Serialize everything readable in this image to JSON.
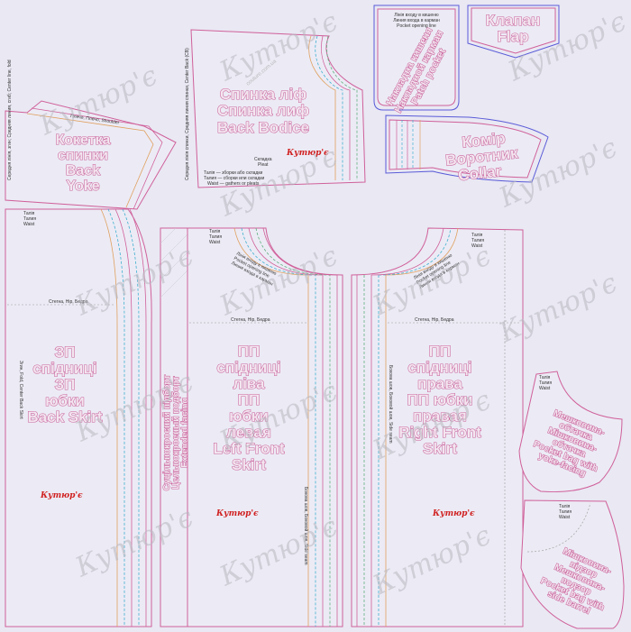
{
  "pieces": {
    "back_bodice": {
      "lines": [
        "Спинка ліф",
        "Спинка лиф",
        "Back Bodice"
      ],
      "pleat": [
        "Складка",
        "Pleat"
      ],
      "waist_note": [
        "Талія — зборки або складки",
        "Талия — сборки или складки",
        "Waist — gathers or pleats"
      ],
      "center": "Середня лінія спинки, Средняя линия спинки, Center Back (CB)"
    },
    "patch_pocket": {
      "lines": [
        "Накладна кишеня",
        "Накладной карман",
        "Patch pocket"
      ],
      "note": [
        "Лінія входу в кишеню",
        "Линия входа в карман",
        "Pocket opening line"
      ]
    },
    "flap": {
      "lines": [
        "Клапан",
        "Flap"
      ]
    },
    "collar": {
      "lines": [
        "Комір",
        "Воротник",
        "Collar"
      ]
    },
    "back_yoke": {
      "lines": [
        "Кокетка",
        "спинки",
        "Back",
        "Yoke"
      ],
      "shoulder": "Плече, Плечо, Shoulder",
      "fold": "Середня лінія, згин; Средняя линия, сгиб; Center line, fold"
    },
    "back_skirt": {
      "lines": [
        "ЗП",
        "спідниці",
        "ЗП",
        "юбки",
        "Back Skirt"
      ],
      "waist": [
        "Талія",
        "Талия",
        "Waist"
      ],
      "hip": "Стегна, Hip, Бедра",
      "fold": "Згин, Fold, Center Back Skirt"
    },
    "extended_facing": {
      "lines": [
        "Суцільнокроєний підборт",
        "Цельнокроеный подборт",
        "Extended facing"
      ]
    },
    "left_front_skirt": {
      "lines": [
        "ПП",
        "спідниці",
        "ліва",
        "ПП",
        "юбки",
        "левая",
        "Left Front",
        "Skirt"
      ],
      "waist": [
        "Талія",
        "Талия",
        "Waist"
      ],
      "hip": "Стегна, Hip, Бедра",
      "side": "Бокова шов, Боковой шов, Side seam",
      "pocket": [
        "Лінія входу в кишеню",
        "Pocket opening line",
        "Линия входа в карман"
      ]
    },
    "right_front_skirt": {
      "lines": [
        "ПП",
        "спідниці",
        "права",
        "ПП юбки",
        "правая",
        "Right Front",
        "Skirt"
      ],
      "waist": [
        "Талія",
        "Талия",
        "Waist"
      ],
      "hip": "Стегна, Hip, Бедра",
      "side": "Бокова шов, Боковой шов, Side seam",
      "pocket": [
        "Лінія входу в кишеню",
        "Pocket opening line",
        "Линия входа в карман"
      ]
    },
    "pocket_bag_facing": {
      "lines": [
        "Мешковина-",
        "обтачка",
        "Мішковина-",
        "обтачка",
        "Pocket bag with",
        "yoke-facing"
      ],
      "waist": [
        "Талія",
        "Талия",
        "Waist"
      ]
    },
    "pocket_bag_barrel": {
      "lines": [
        "Мішковина-",
        "підзор",
        "Мешковина-",
        "подзор",
        "Pocket bag with",
        "side barrel"
      ],
      "waist": [
        "Талія",
        "Талия",
        "Waist"
      ]
    }
  },
  "watermark": {
    "text": "Кутюр'є",
    "site": "couture.com.ua"
  },
  "logo": {
    "text": "Кутюр'є"
  },
  "colors": {
    "outline": "#d0609a",
    "cut": "#5a5ad8",
    "background": "#e9e8f3"
  }
}
